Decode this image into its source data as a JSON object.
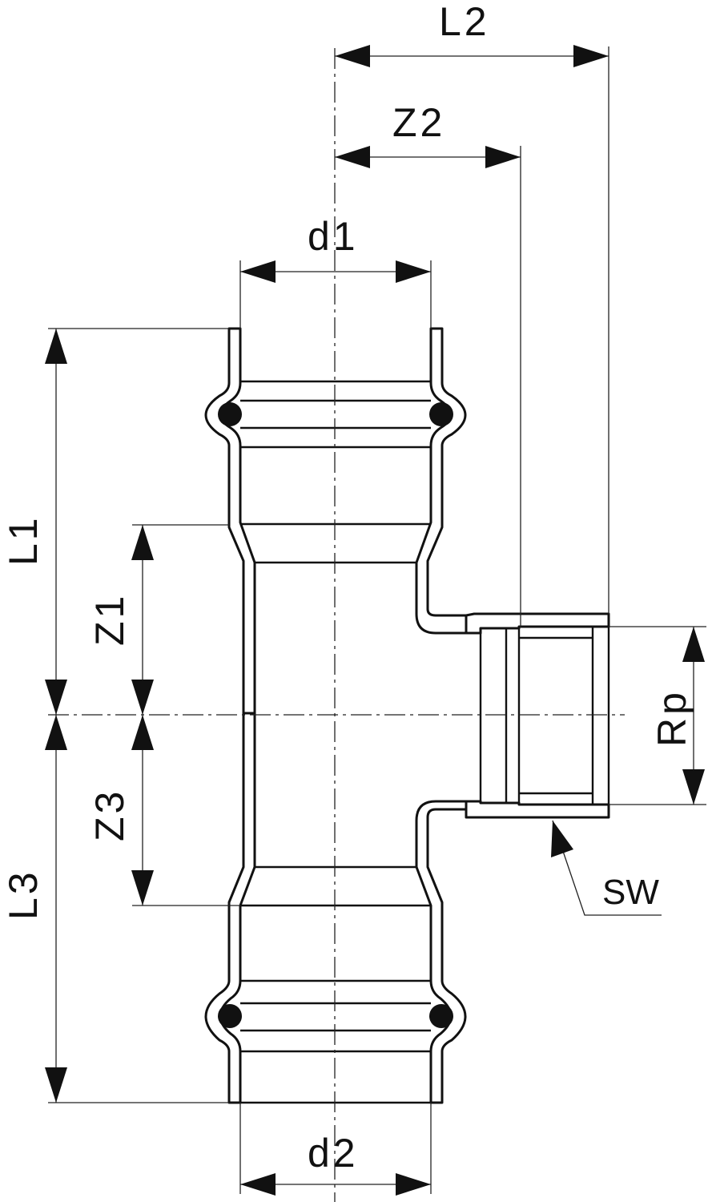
{
  "labels": {
    "l1": "L1",
    "l2": "L2",
    "l3": "L3",
    "z1": "Z1",
    "z2": "Z2",
    "z3": "Z3",
    "d1": "d1",
    "d2": "d2",
    "rp": "Rp",
    "sw": "SW"
  },
  "colors": {
    "line": "#111111",
    "background": "#ffffff"
  }
}
